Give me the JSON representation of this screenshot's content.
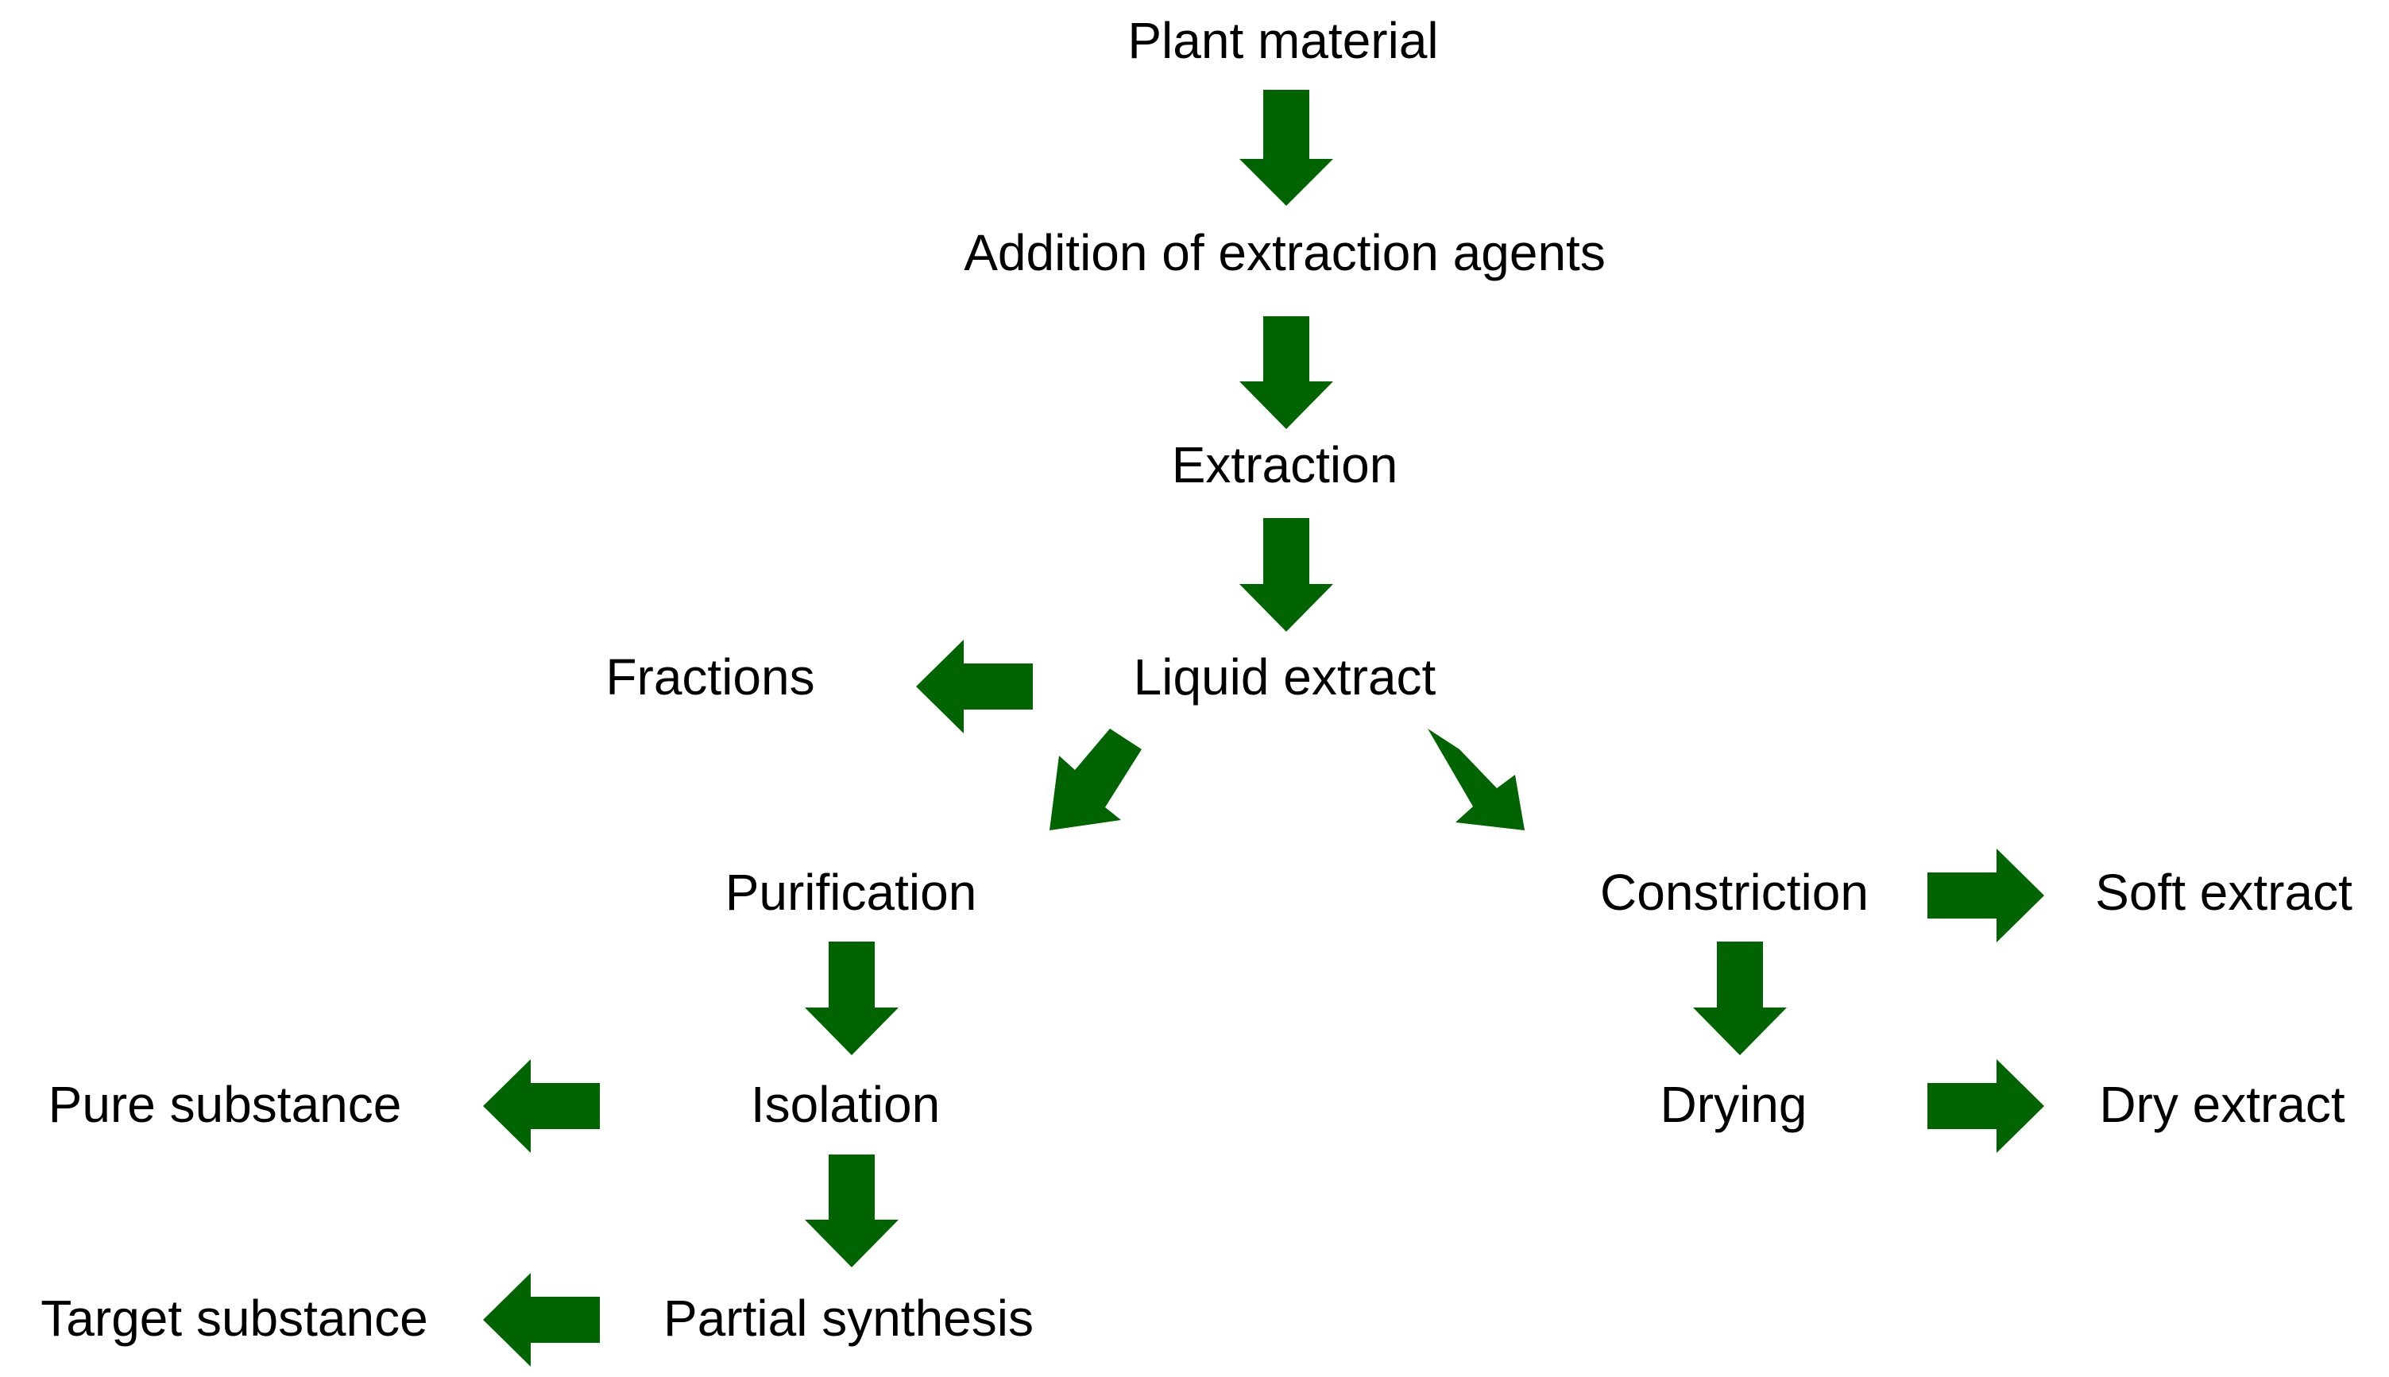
{
  "diagram": {
    "arrow_color": "#006400",
    "nodes": {
      "plant_material": "Plant material",
      "addition_of_extraction_agents": "Addition of extraction agents",
      "extraction": "Extraction",
      "liquid_extract": "Liquid extract",
      "fractions": "Fractions",
      "purification": "Purification",
      "constriction": "Constriction",
      "soft_extract": "Soft extract",
      "isolation": "Isolation",
      "pure_substance": "Pure substance",
      "drying": "Drying",
      "dry_extract": "Dry extract",
      "partial_synthesis": "Partial synthesis",
      "target_substance": "Target substance"
    },
    "arrows": [
      {
        "from": "plant_material",
        "to": "addition_of_extraction_agents",
        "direction": "down"
      },
      {
        "from": "addition_of_extraction_agents",
        "to": "extraction",
        "direction": "down"
      },
      {
        "from": "extraction",
        "to": "liquid_extract",
        "direction": "down"
      },
      {
        "from": "liquid_extract",
        "to": "fractions",
        "direction": "left"
      },
      {
        "from": "liquid_extract",
        "to": "purification",
        "direction": "down-left"
      },
      {
        "from": "liquid_extract",
        "to": "constriction",
        "direction": "down-right"
      },
      {
        "from": "constriction",
        "to": "soft_extract",
        "direction": "right"
      },
      {
        "from": "purification",
        "to": "isolation",
        "direction": "down"
      },
      {
        "from": "isolation",
        "to": "pure_substance",
        "direction": "left"
      },
      {
        "from": "constriction",
        "to": "drying",
        "direction": "down"
      },
      {
        "from": "drying",
        "to": "dry_extract",
        "direction": "right"
      },
      {
        "from": "isolation",
        "to": "partial_synthesis",
        "direction": "down"
      },
      {
        "from": "partial_synthesis",
        "to": "target_substance",
        "direction": "left"
      }
    ]
  }
}
